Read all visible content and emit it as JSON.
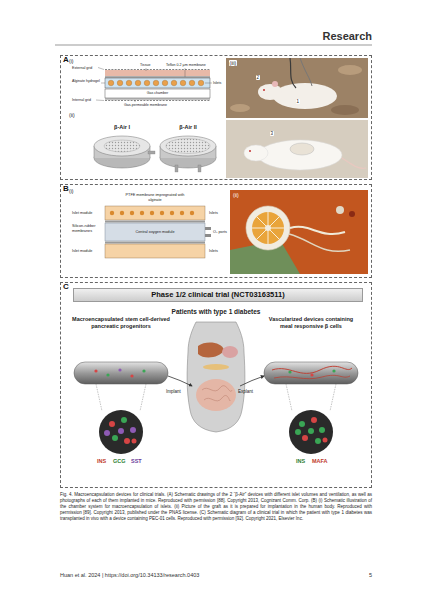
{
  "diagram": {
    "caption": "Fig. 4. Macroencapsulation devices for clinical trials. (A) Schematic drawings of the 2 “β-Air” devices with different islet volumes and ventilation, as well as photographs of each of them implanted in mice. Reproduced with permission [88]. Copyright 2013, Cognizant Comm. Corp. (B) (i) Schematic illustration of the chamber system for macroencapsulation of islets. (ii) Picture of the graft as it is prepared for implantation in the human body. Reproduced with permission [89]. Copyright 2013, published under the PNAS license. (C) Schematic diagram of a clinical trial in which the patient with type 1 diabetes was transplanted in vivo with a device containing PEC-01 cells. Reproduced with permission [92]. Copyright 2021, Elsevier Inc.",
    "nodes": [
      {
        "text": [
          "A"
        ]
      },
      {
        "text": [
          "B"
        ]
      },
      {
        "text": [
          "C"
        ]
      },
      {
        "text": [
          "Phase 1/2 clinical trial (NCT03163511)"
        ],
        "in": 2
      }
    ],
    "labels": [
      "Research",
      "(i)",
      "External grid",
      "Tissue",
      "Teflon 0.2 µm membrane",
      "Alginate hydrogel",
      "Islets",
      "Gas chamber",
      "Internal grid",
      "Gas-permeable membrane",
      "(ii)",
      "β-Air I",
      "β-Air II",
      "(iii)",
      "2",
      "1",
      "3",
      "(i)",
      "PTFE membrane impregnated with alginate",
      "Islet module",
      "Islets",
      "Silicon-rubber membranes",
      "Central oxygen module",
      "O₂ ports",
      "Islet module",
      "Islets",
      "(ii)",
      "Patients with type 1 diabetes",
      "Macroencapsulated stem cell-derived pancreatic progenitors",
      "Vascularized devices containing meal responsive β cells",
      "Implant",
      "Explant",
      "INS",
      "GCG",
      "SST",
      "INS",
      "MAFA",
      "Huan et al. 2024 | https://doi.org/10.34133/research.0403",
      "5"
    ]
  }
}
